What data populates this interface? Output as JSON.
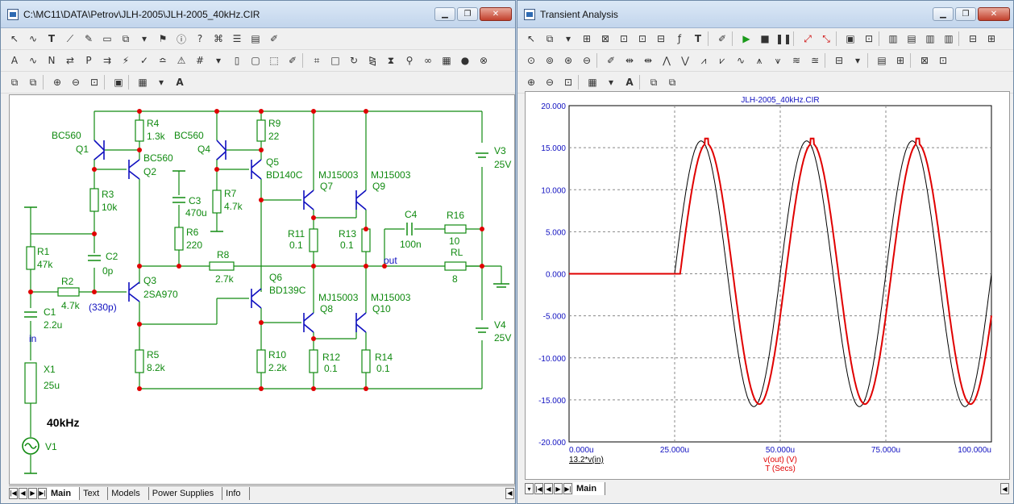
{
  "schematic_window": {
    "title": "C:\\MC11\\DATA\\Petrov\\JLH-2005\\JLH-2005_40kHz.CIR",
    "tabs": [
      "Main",
      "Text",
      "Models",
      "Power Supplies",
      "Info"
    ],
    "labels": {
      "bc560_q1": "BC560",
      "q1": "Q1",
      "r4": "R4",
      "r4v": "1.3k",
      "bc560_q4": "BC560",
      "q4": "Q4",
      "r9": "R9",
      "r9v": "22",
      "bc560_q2": "BC560",
      "q2": "Q2",
      "q5": "Q5",
      "bd140c": "BD140C",
      "mj_q7": "MJ15003",
      "q7": "Q7",
      "mj_q9": "MJ15003",
      "q9": "Q9",
      "v3": "V3",
      "v3v": "25V",
      "r3": "R3",
      "r3v": "10k",
      "c3": "C3",
      "c3v": "470u",
      "r7": "R7",
      "r7v": "4.7k",
      "c4": "C4",
      "c4v": "100n",
      "r16": "R16",
      "r16v": "10",
      "r1": "R1",
      "r1v": "47k",
      "c2": "C2",
      "c2v": "0p",
      "r6": "R6",
      "r6v": "220",
      "r11": "R11",
      "r11v": "0.1",
      "r13": "R13",
      "r13v": "0.1",
      "r8": "R8",
      "r8v": "2.7k",
      "out": "out",
      "rl": "RL",
      "rlv": "8",
      "r2": "R2",
      "r2v": "4.7k",
      "q3": "Q3",
      "sa970": "2SA970",
      "q6": "Q6",
      "bd139c": "BD139C",
      "cpar": "(330p)",
      "mj_q8": "MJ15003",
      "q8": "Q8",
      "mj_q10": "MJ15003",
      "q10": "Q10",
      "c1": "C1",
      "c1v": "2.2u",
      "in": "in",
      "v4": "V4",
      "v4v": "25V",
      "r5": "R5",
      "r5v": "8.2k",
      "r10": "R10",
      "r10v": "2.2k",
      "r12": "R12",
      "r12v": "0.1",
      "r14": "R14",
      "r14v": "0.1",
      "x1": "X1",
      "x1v": "25u",
      "freq": "40kHz",
      "v1": "V1"
    }
  },
  "analysis_window": {
    "title": "Transient Analysis",
    "tab": "Main",
    "plot_title": "JLH-2005_40kHz.CIR",
    "legend_black": "13.2*v(in)",
    "legend_red": "v(out) (V)",
    "xlabel": "T (Secs)"
  },
  "chart_data": {
    "type": "line",
    "title": "JLH-2005_40kHz.CIR",
    "xlabel": "T (Secs)",
    "ylabel": "",
    "x_ticks": [
      "0.000u",
      "25.000u",
      "50.000u",
      "75.000u",
      "100.000u"
    ],
    "y_ticks": [
      "20.000",
      "15.000",
      "10.000",
      "5.000",
      "0.000",
      "-5.000",
      "-10.000",
      "-15.000",
      "-20.000"
    ],
    "xlim": [
      0,
      100
    ],
    "ylim": [
      -20,
      20
    ],
    "grid": true,
    "colors": {
      "black": "#000000",
      "red": "#e00000",
      "axis_text": "#1010c0"
    },
    "series": [
      {
        "name": "13.2*v(in)",
        "color": "#000000",
        "start": 25,
        "period": 25,
        "amplitude": 15.8,
        "phase_lag": 0
      },
      {
        "name": "v(out) (V)",
        "color": "#e00000",
        "start": 25,
        "period": 25,
        "amplitude": 15.5,
        "phase_lag": 1.3,
        "peak": 16.1
      }
    ]
  }
}
